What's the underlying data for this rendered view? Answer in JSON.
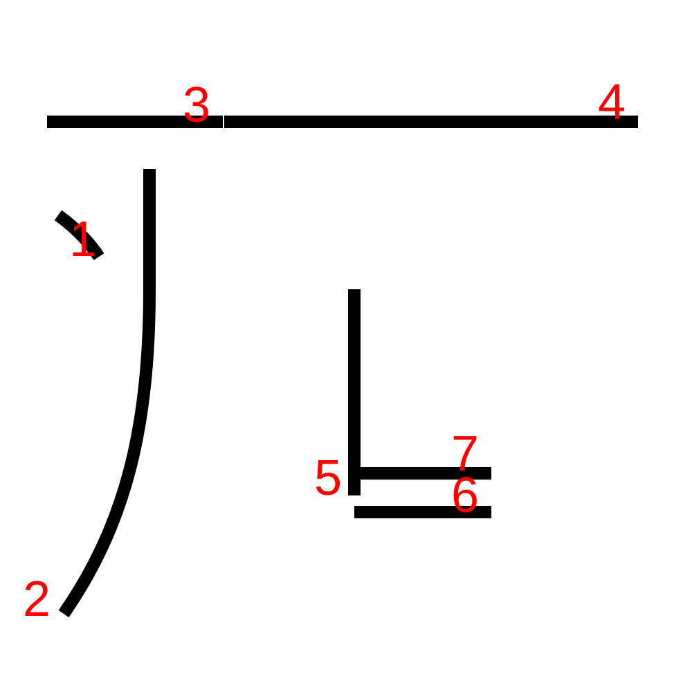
{
  "colors": {
    "background": "#ffffff",
    "stroke": "#000000",
    "label": "#ff0000"
  },
  "strokes": [
    {
      "order": 1,
      "label": "1"
    },
    {
      "order": 2,
      "label": "2"
    },
    {
      "order": 3,
      "label": "3"
    },
    {
      "order": 4,
      "label": "4"
    },
    {
      "order": 5,
      "label": "5"
    },
    {
      "order": 6,
      "label": "6"
    },
    {
      "order": 7,
      "label": "7"
    }
  ]
}
